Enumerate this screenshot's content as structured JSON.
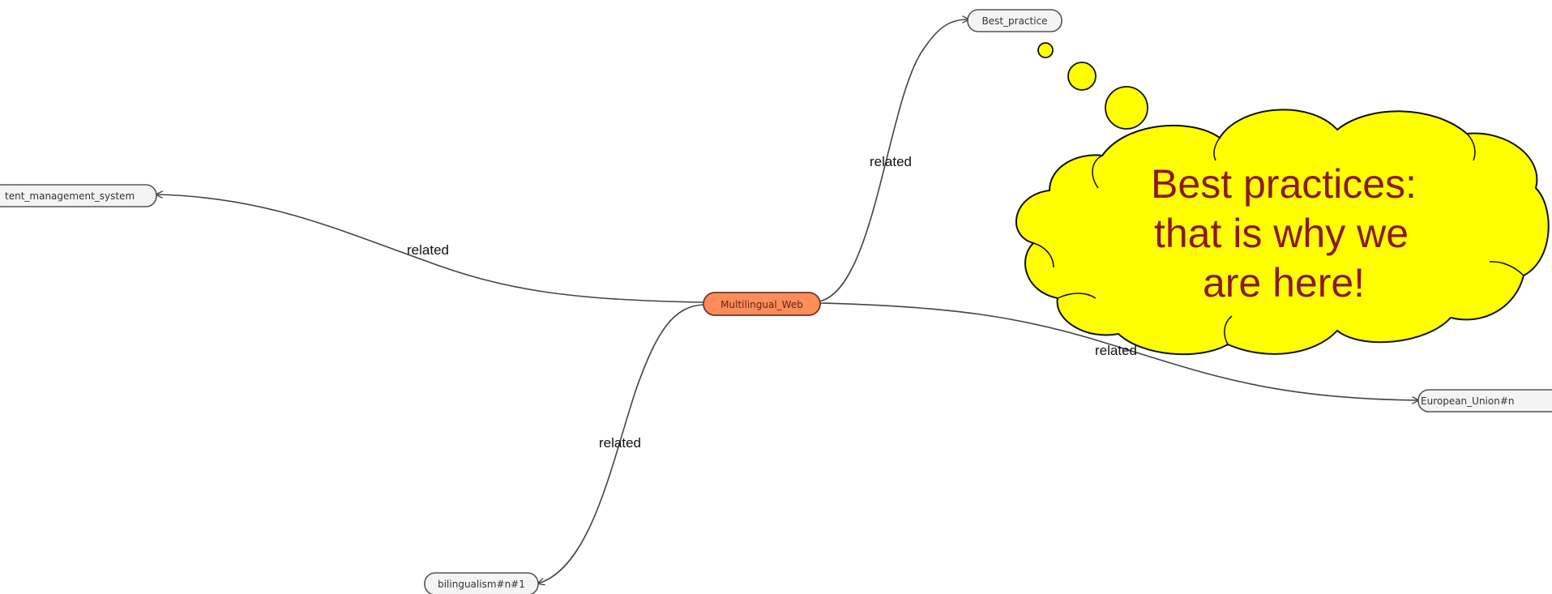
{
  "graph": {
    "center": {
      "label": "Multilingual_Web",
      "fill": "#ff8c5a",
      "stroke": "#6b3a25"
    },
    "nodes": [
      {
        "id": "best_practice",
        "label": "Best_practice"
      },
      {
        "id": "content_management",
        "label": "tent_management_system"
      },
      {
        "id": "european_union",
        "label": "European_Union#n"
      },
      {
        "id": "bilingualism",
        "label": "bilingualism#n#1"
      }
    ],
    "edges": [
      {
        "to": "best_practice",
        "label": "related"
      },
      {
        "to": "content_management",
        "label": "related"
      },
      {
        "to": "european_union",
        "label": "related"
      },
      {
        "to": "bilingualism",
        "label": "related"
      }
    ],
    "node_fill": "#f4f4f4",
    "node_stroke": "#555555",
    "edge_color": "#444444"
  },
  "callout": {
    "lines": [
      "Best practices:",
      "that is why we",
      "are here!"
    ],
    "fill": "#ffff00",
    "stroke": "#111111",
    "text_color": "#8b1a1a"
  }
}
